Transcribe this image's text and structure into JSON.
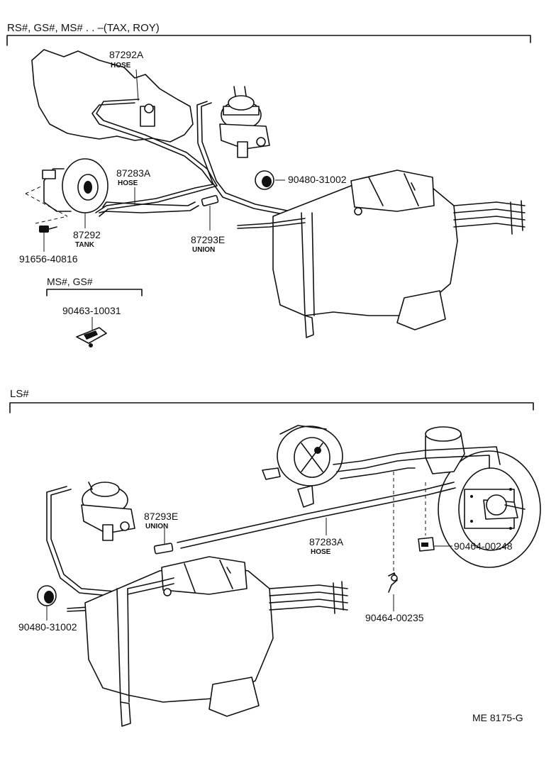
{
  "sections": {
    "top": {
      "header": "RS#, GS#, MS# . . –(TAX, ROY)",
      "sub_header": "MS#, GS#"
    },
    "bottom": {
      "header": "LS#"
    }
  },
  "callouts": {
    "top_hose_upper": {
      "number": "87292A",
      "label": "HOSE"
    },
    "top_hose_lower": {
      "number": "87283A",
      "label": "HOSE"
    },
    "top_tank": {
      "number": "87292",
      "label": "TANK"
    },
    "top_union": {
      "number": "87293E",
      "label": "UNION"
    },
    "top_grommet": {
      "number": "90480-31002"
    },
    "top_bolt": {
      "number": "91656-40816"
    },
    "top_clip": {
      "number": "90463-10031"
    },
    "bottom_union": {
      "number": "87293E",
      "label": "UNION"
    },
    "bottom_hose": {
      "number": "87283A",
      "label": "HOSE"
    },
    "bottom_clip_right": {
      "number": "90464-00248"
    },
    "bottom_clip_mid": {
      "number": "90464-00235"
    },
    "bottom_grommet": {
      "number": "90480-31002"
    }
  },
  "footer": {
    "code": "ME  8175-G"
  }
}
